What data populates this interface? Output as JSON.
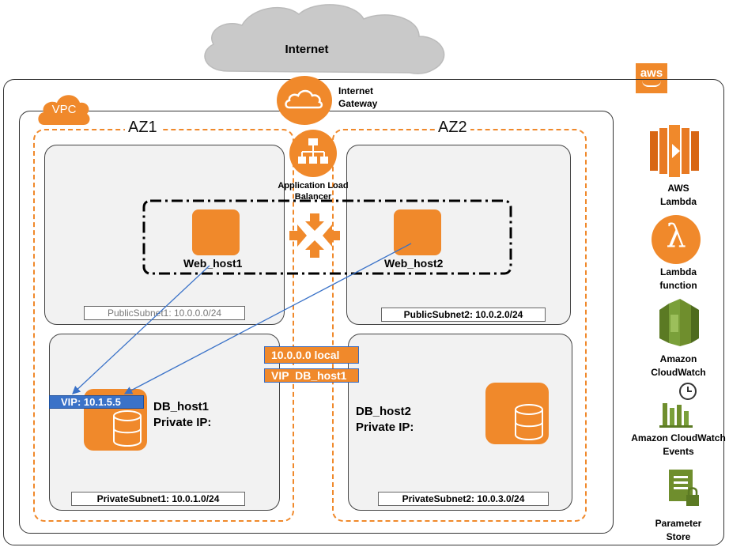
{
  "internet": {
    "label": "Internet"
  },
  "aws_badge": {
    "label": "aws"
  },
  "vpc": {
    "label": "VPC"
  },
  "gateway": {
    "label_line1": "Internet",
    "label_line2": "Gateway"
  },
  "load_balancer": {
    "label_line1": "Application Load",
    "label_line2": "Balancer"
  },
  "az1": {
    "label": "AZ1"
  },
  "az2": {
    "label": "AZ2"
  },
  "public_subnet1": {
    "label": "PublicSubnet1: 10.0.0.0/24"
  },
  "public_subnet2": {
    "label": "PublicSubnet2: 10.0.2.0/24"
  },
  "private_subnet1": {
    "label": "PrivateSubnet1: 10.0.1.0/24"
  },
  "private_subnet2": {
    "label": "PrivateSubnet2: 10.0.3.0/24"
  },
  "web_host1": {
    "label": "Web_host1"
  },
  "web_host2": {
    "label": "Web_host2"
  },
  "db_host1": {
    "label_line1": "DB_host1",
    "label_line2": "Private IP:"
  },
  "db_host2": {
    "label_line1": "DB_host2",
    "label_line2": "Private IP:"
  },
  "vip": {
    "label": "VIP: 10.1.5.5"
  },
  "route_table": {
    "row1": "10.0.0.0 local",
    "row2": "VIP  DB_host1"
  },
  "services": {
    "lambda": {
      "line1": "AWS",
      "line2": "Lambda"
    },
    "lambda_function": {
      "line1": "Lambda",
      "line2": "function",
      "symbol": "λ"
    },
    "cloudwatch": {
      "line1": "Amazon",
      "line2": "CloudWatch"
    },
    "cloudwatch_events": {
      "line1": "Amazon CloudWatch",
      "line2": "Events"
    },
    "parameter_store": {
      "line1": "Parameter",
      "line2": "Store"
    }
  },
  "colors": {
    "aws_orange": "#f0892b",
    "vip_blue": "#3a72c8",
    "cloudwatch_green": "#6f8e2d",
    "cloud_gray": "#c8c8c8"
  }
}
